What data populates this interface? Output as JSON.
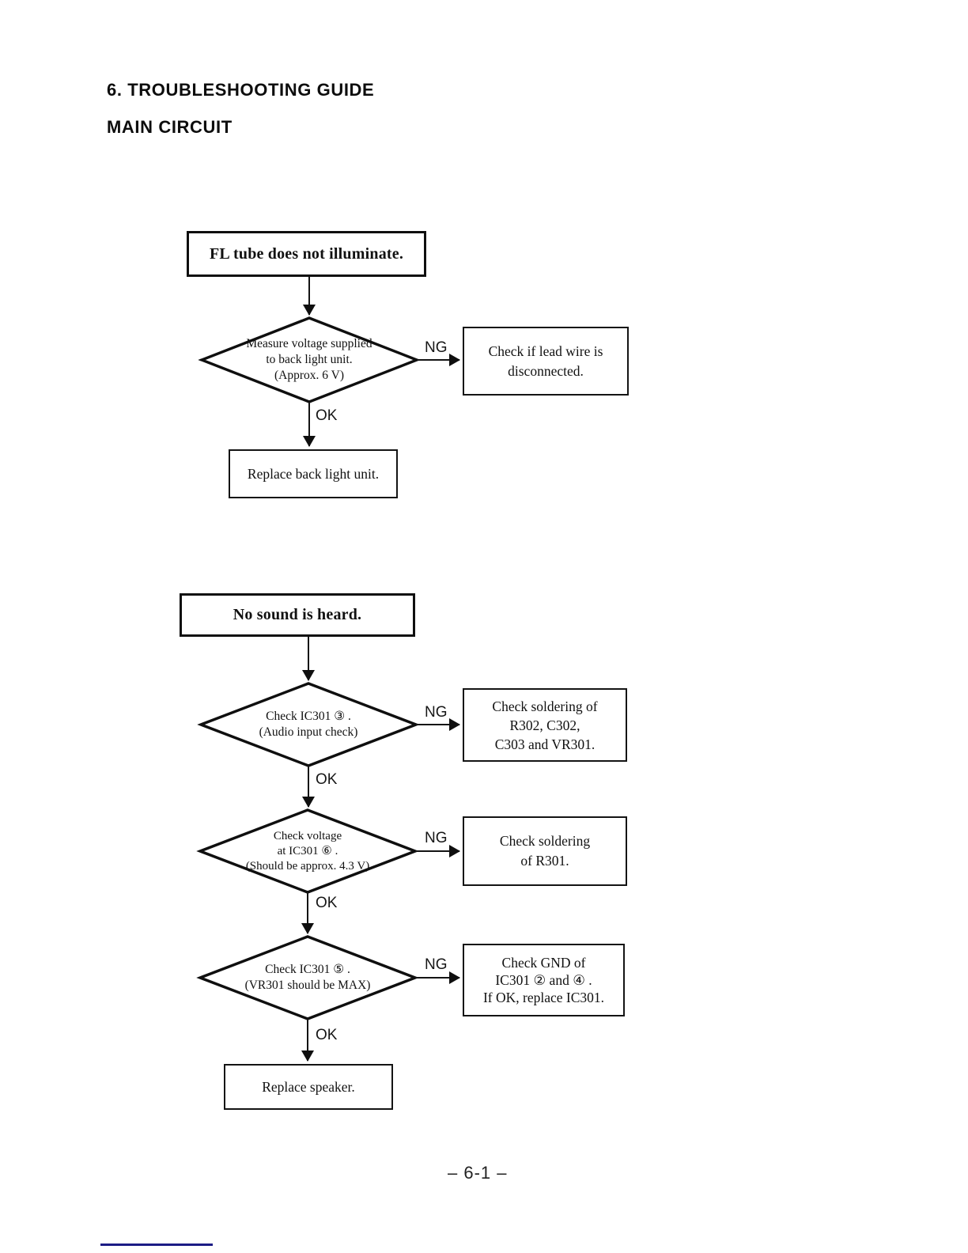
{
  "page": {
    "title": "6. TROUBLESHOOTING GUIDE",
    "subtitle": "MAIN CIRCUIT",
    "page_number": "– 6-1 –",
    "ng_label": "NG",
    "ok_label": "OK"
  },
  "chart1": {
    "start": "FL tube does not illuminate.",
    "decision": {
      "l1": "Measure voltage supplied",
      "l2": "to back light unit.",
      "l3": "(Approx. 6 V)"
    },
    "ng_result": {
      "l1": "Check if lead wire is",
      "l2": "disconnected."
    },
    "ok_result": "Replace back light unit."
  },
  "chart2": {
    "start": "No sound is heard.",
    "decision1": {
      "l1": "Check IC301 ③ .",
      "l2": "(Audio input check)"
    },
    "ng_result1": {
      "l1": "Check soldering of",
      "l2": "R302, C302,",
      "l3": "C303 and VR301."
    },
    "decision2": {
      "l1": "Check voltage",
      "l2": "at IC301 ⑥ .",
      "l3": "(Should be approx. 4.3 V)"
    },
    "ng_result2": {
      "l1": "Check soldering",
      "l2": "of R301."
    },
    "decision3": {
      "l1": "Check IC301 ⑤ .",
      "l2": "(VR301 should be MAX)"
    },
    "ng_result3": {
      "l1": "Check GND of",
      "l2": "IC301 ② and ④ .",
      "l3": "If OK, replace IC301."
    },
    "ok_result": "Replace speaker."
  }
}
